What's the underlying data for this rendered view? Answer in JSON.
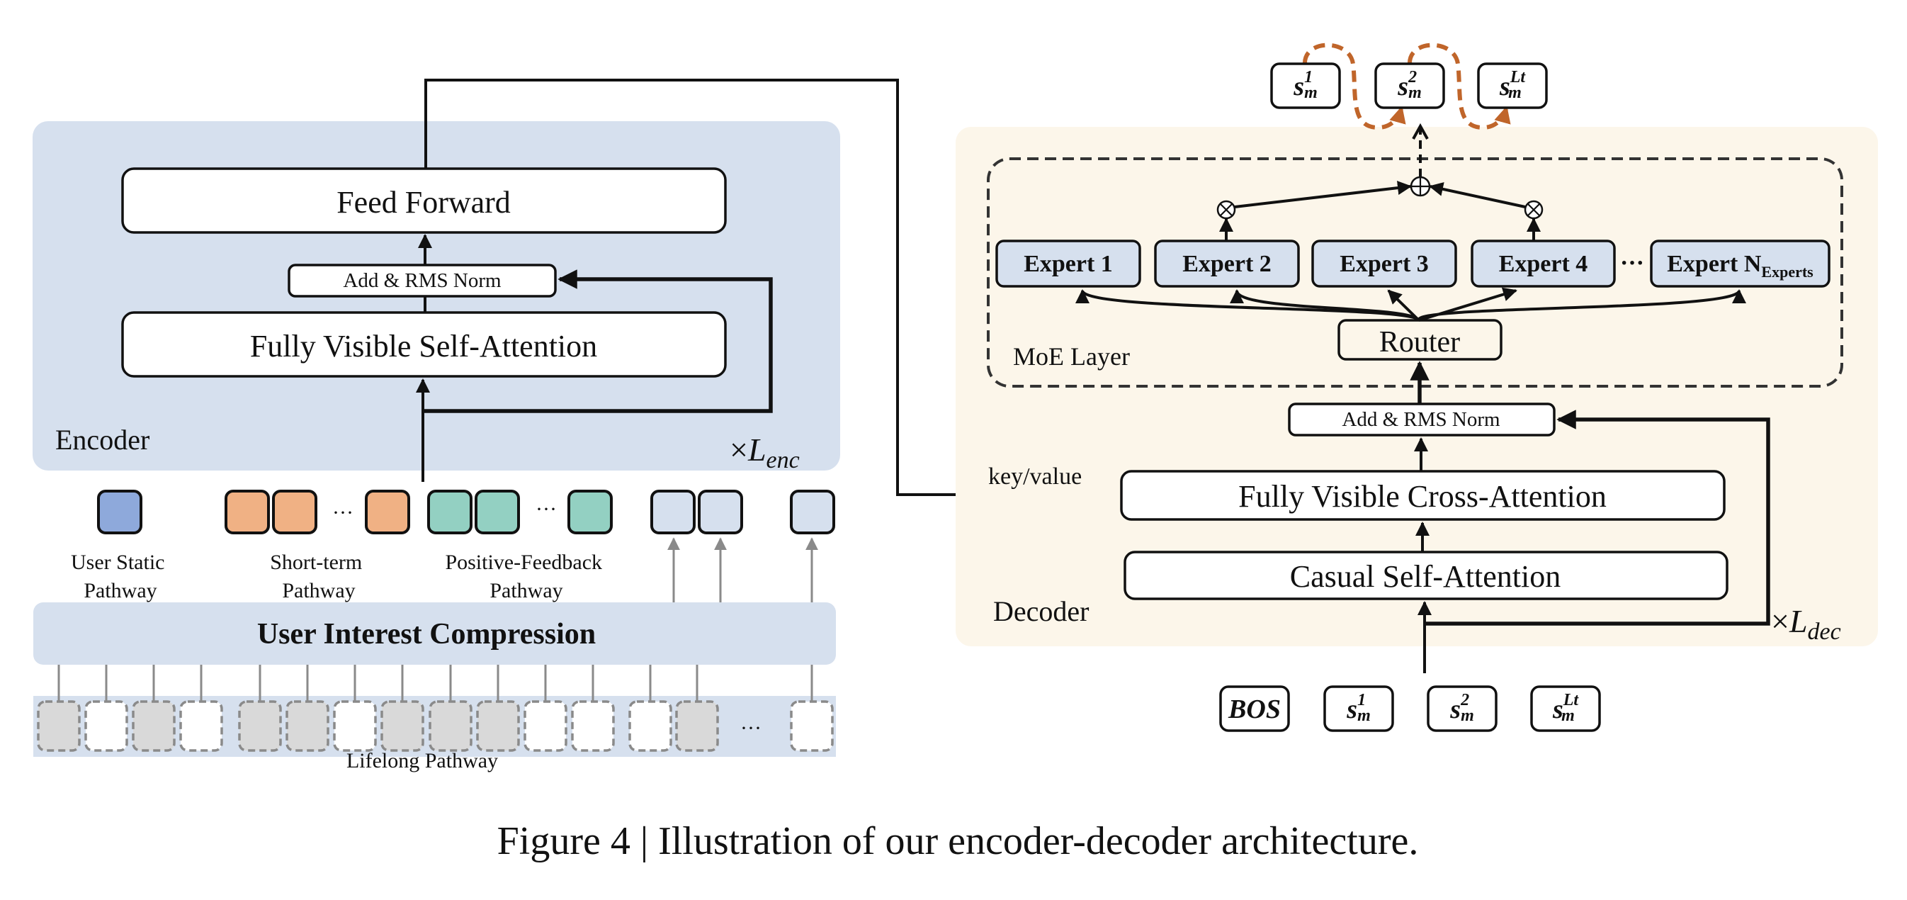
{
  "colors": {
    "encoder_bg": "#D6E0EE",
    "decoder_bg": "#FCF6EA",
    "user_static": "#8EA9DB",
    "short_term": "#F0B184",
    "positive_feedback": "#93D0C2",
    "compressed_token": "#D6E0EE",
    "lifelong_gray": "#D9D9D9",
    "lifelong_white": "#FFFFFF",
    "expert_fill": "#D6E0EE",
    "router_fill": "#FCF6EA",
    "autoregressive_loop": "#C0652A"
  },
  "encoder": {
    "label": "Encoder",
    "repeat": "×",
    "repeat_var": "L",
    "repeat_sub": "enc",
    "feed_forward": "Feed Forward",
    "add_norm": "Add & RMS Norm",
    "self_attention": "Fully Visible Self-Attention"
  },
  "inputs": {
    "user_static_label": [
      "User Static",
      "Pathway"
    ],
    "short_term_label": [
      "Short-term",
      "Pathway"
    ],
    "positive_feedback_label": [
      "Positive-Feedback",
      "Pathway"
    ],
    "ellipsis": "···",
    "compression": "User Interest Compression",
    "lifelong_label": "Lifelong Pathway",
    "lifelong_tokens": [
      "gray",
      "white",
      "gray",
      "white",
      "gray",
      "gray",
      "white",
      "gray",
      "gray",
      "gray",
      "white",
      "white",
      "white",
      "gray",
      "ellipsis",
      "white"
    ]
  },
  "decoder": {
    "label": "Decoder",
    "repeat": "×",
    "repeat_var": "L",
    "repeat_sub": "dec",
    "key_value": "key/value",
    "cross_attention": "Fully Visible Cross-Attention",
    "causal_attention": "Casual Self-Attention",
    "add_norm": "Add & RMS Norm",
    "moe": {
      "label": "MoE Layer",
      "router": "Router",
      "experts": [
        {
          "label": "Expert 1",
          "sub": "",
          "selected": false
        },
        {
          "label": "Expert 2",
          "sub": "",
          "selected": true
        },
        {
          "label": "Expert 3",
          "sub": "",
          "selected": false
        },
        {
          "label": "Expert 4",
          "sub": "",
          "selected": true
        },
        {
          "label": "Expert N",
          "sub": "Experts",
          "selected": false
        }
      ],
      "ellipsis": "···",
      "multiply_symbol": "⊗",
      "sum_symbol": "⊕"
    },
    "input_tokens": [
      {
        "base": "BOS",
        "sup": "",
        "sub": ""
      },
      {
        "base": "s",
        "sup": "1",
        "sub": "m"
      },
      {
        "base": "s",
        "sup": "2",
        "sub": "m"
      },
      {
        "base": "s",
        "sup": "Lt",
        "sub": "m"
      }
    ],
    "output_tokens": [
      {
        "base": "s",
        "sup": "1",
        "sub": "m"
      },
      {
        "base": "s",
        "sup": "2",
        "sub": "m"
      },
      {
        "base": "s",
        "sup": "Lt",
        "sub": "m"
      }
    ]
  },
  "caption": "Figure 4 | Illustration of our encoder-decoder architecture."
}
